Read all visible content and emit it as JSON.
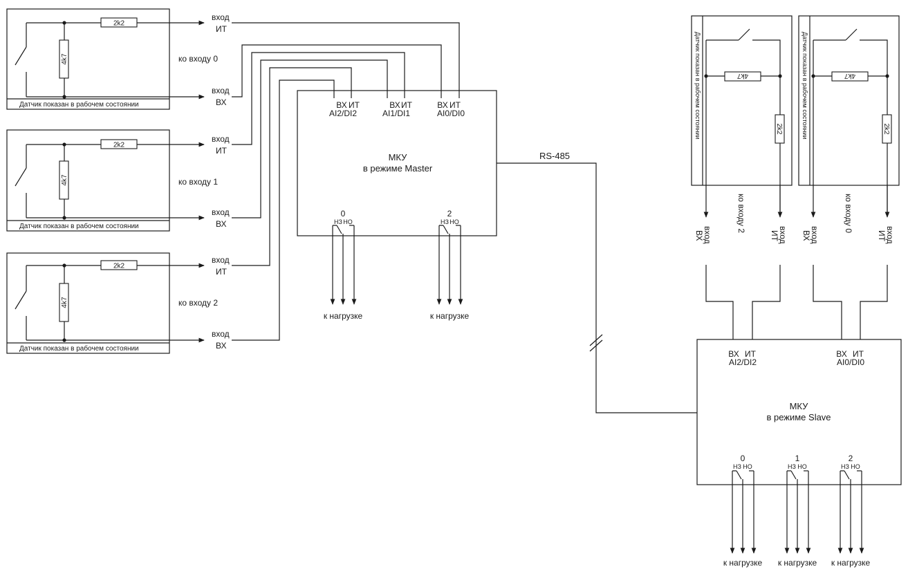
{
  "sensors_left": [
    {
      "series_r": "2k2",
      "parallel_r": "4k7",
      "caption": "Датчик показан в рабочем состоянии",
      "in_top": "вход",
      "in_top_sub": "ИТ",
      "in_bot": "вход",
      "in_bot_sub": "ВХ",
      "to_input": "ко входу 0"
    },
    {
      "series_r": "2k2",
      "parallel_r": "4k7",
      "caption": "Датчик показан в рабочем состоянии",
      "in_top": "вход",
      "in_top_sub": "ИТ",
      "in_bot": "вход",
      "in_bot_sub": "ВХ",
      "to_input": "ко входу 1"
    },
    {
      "series_r": "2k2",
      "parallel_r": "4k7",
      "caption": "Датчик показан в рабочем состоянии",
      "in_top": "вход",
      "in_top_sub": "ИТ",
      "in_bot": "вход",
      "in_bot_sub": "ВХ",
      "to_input": "ко входу 2"
    }
  ],
  "master": {
    "title": "МКУ",
    "subtitle": "в режиме Master",
    "inputs": [
      {
        "bx": "ВХ",
        "it": "ИТ",
        "name": "AI2/DI2"
      },
      {
        "bx": "ВХ",
        "it": "ИТ",
        "name": "AI1/DI1"
      },
      {
        "bx": "ВХ",
        "it": "ИТ",
        "name": "AI0/DI0"
      }
    ],
    "relays": [
      {
        "num": "0",
        "nc": "НЗ",
        "no": "НО",
        "load": "к нагрузке"
      },
      {
        "num": "2",
        "nc": "НЗ",
        "no": "НО",
        "load": "к нагрузке"
      }
    ]
  },
  "bus_label": "RS-485",
  "sensors_right": [
    {
      "parallel_r": "4k7",
      "series_r": "2k2",
      "caption": "Датчик показан в рабочем состоянии",
      "in_left": "вход",
      "in_left_sub": "ВХ",
      "to_input": "ко входу 2",
      "in_right": "вход",
      "in_right_sub": "ИТ"
    },
    {
      "parallel_r": "4k7",
      "series_r": "2k2",
      "caption": "Датчик показан в рабочем состоянии",
      "in_left": "вход",
      "in_left_sub": "ВХ",
      "to_input": "ко входу 0",
      "in_right": "вход",
      "in_right_sub": "ИТ"
    }
  ],
  "slave": {
    "title": "МКУ",
    "subtitle": "в режиме Slave",
    "inputs": [
      {
        "bx": "ВХ",
        "it": "ИТ",
        "name": "AI2/DI2"
      },
      {
        "bx": "ВХ",
        "it": "ИТ",
        "name": "AI0/DI0"
      }
    ],
    "relays": [
      {
        "num": "0",
        "nc": "НЗ",
        "no": "НО",
        "load": "к нагрузке"
      },
      {
        "num": "1",
        "nc": "НЗ",
        "no": "НО",
        "load": "к нагрузке"
      },
      {
        "num": "2",
        "nc": "НЗ",
        "no": "НО",
        "load": "к нагрузке"
      }
    ]
  }
}
